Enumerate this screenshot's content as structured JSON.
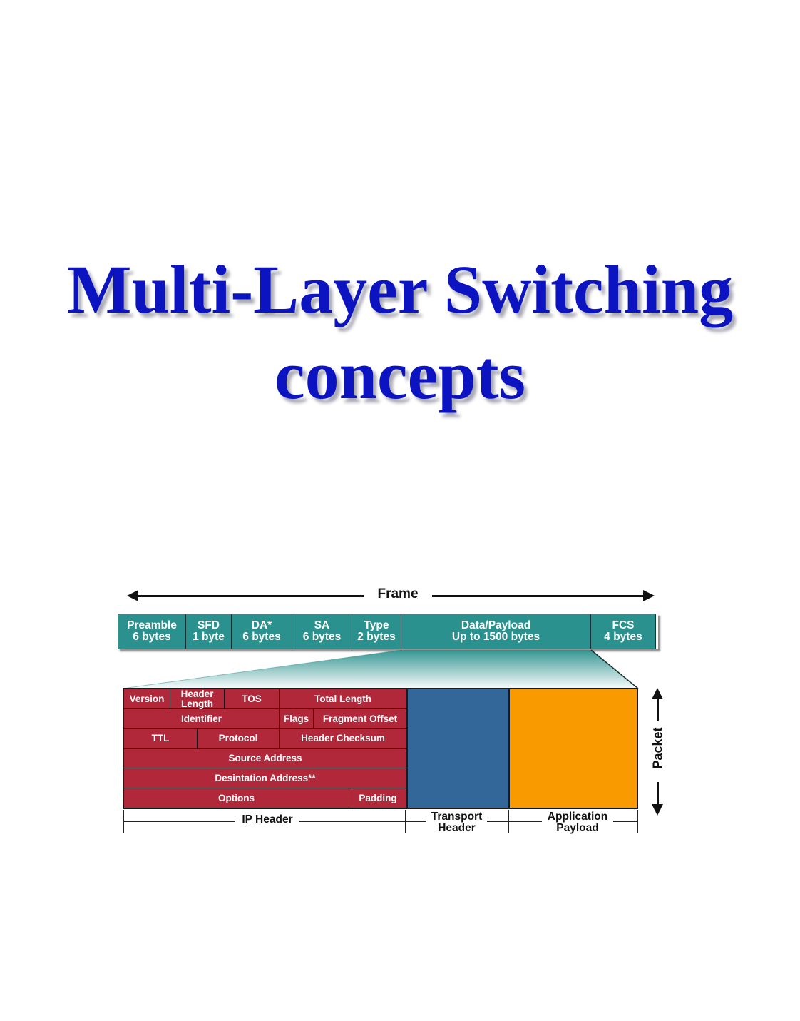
{
  "title": {
    "line1": "Multi-Layer Switching",
    "line2": "concepts"
  },
  "diagram": {
    "frame_label": "Frame",
    "frame_fields": [
      {
        "name": "Preamble",
        "size": "6 bytes"
      },
      {
        "name": "SFD",
        "size": "1 byte"
      },
      {
        "name": "DA*",
        "size": "6 bytes"
      },
      {
        "name": "SA",
        "size": "6 bytes"
      },
      {
        "name": "Type",
        "size": "2 bytes"
      },
      {
        "name": "Data/Payload",
        "size": "Up to 1500 bytes"
      },
      {
        "name": "FCS",
        "size": "4 bytes"
      }
    ],
    "ip_header": {
      "version": "Version",
      "header_length_1": "Header",
      "header_length_2": "Length",
      "tos": "TOS",
      "total_length": "Total Length",
      "identifier": "Identifier",
      "flags": "Flags",
      "fragment_offset": "Fragment Offset",
      "ttl": "TTL",
      "protocol": "Protocol",
      "header_checksum": "Header Checksum",
      "source_address": "Source Address",
      "destination_address": "Desintation Address**",
      "options": "Options",
      "padding": "Padding"
    },
    "brackets": {
      "ip_header": "IP Header",
      "transport_1": "Transport",
      "transport_2": "Header",
      "application_1": "Application",
      "application_2": "Payload"
    },
    "packet_label": "Packet",
    "colors": {
      "frame": "#2b918e",
      "ip_header": "#b0283a",
      "transport": "#336699",
      "application": "#f89a00",
      "title": "#0c13c0"
    }
  }
}
